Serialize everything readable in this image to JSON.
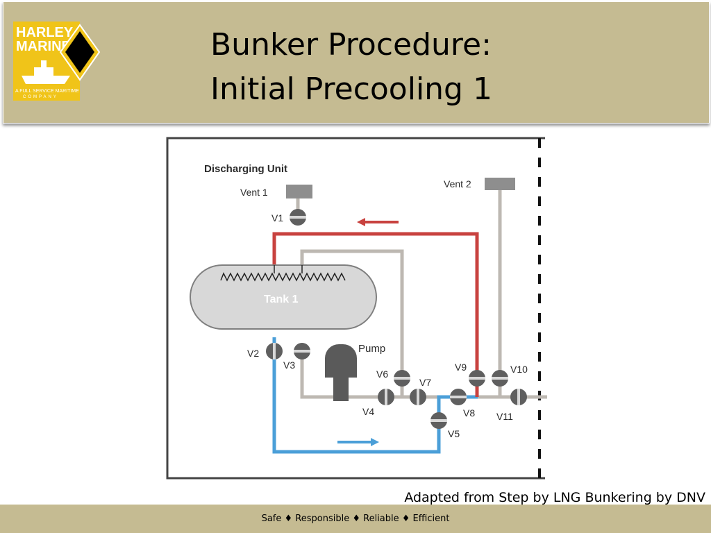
{
  "slide": {
    "title_line1": "Bunker Procedure:",
    "title_line2": "Initial Precooling 1",
    "caption": "Adapted from Step by LNG Bunkering by DNV",
    "footer": "Safe ♦ Responsible ♦ Reliable ♦ Efficient"
  },
  "logo": {
    "line1": "HARLEY",
    "line2": "MARINE",
    "tagline": "A FULL SERVICE MARITIME",
    "tagline2": "COMPANY"
  },
  "diagram": {
    "heading": "Discharging Unit",
    "vent1": "Vent 1",
    "vent2": "Vent 2",
    "tank": "Tank 1",
    "pump": "Pump",
    "valves": {
      "v1": "V1",
      "v2": "V2",
      "v3": "V3",
      "v4": "V4",
      "v5": "V5",
      "v6": "V6",
      "v7": "V7",
      "v8": "V8",
      "v9": "V9",
      "v10": "V10",
      "v11": "V11"
    }
  },
  "colors": {
    "header_bg": "#c5bb92",
    "red_line": "#c8423f",
    "blue_line": "#4b9fd8",
    "grey_line": "#bdb8b2"
  }
}
